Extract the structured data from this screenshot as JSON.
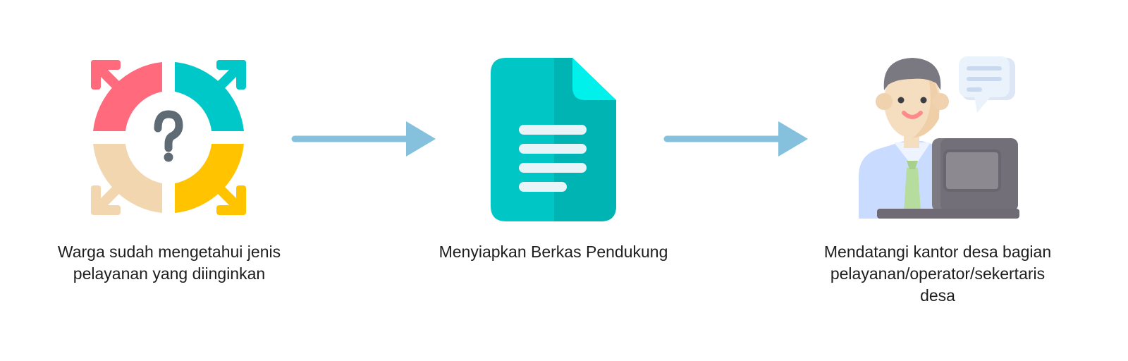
{
  "steps": [
    {
      "icon": "question-arrows-icon",
      "label_line1": "Warga sudah mengetahui jenis",
      "label_line2": "pelayanan yang diinginkan"
    },
    {
      "icon": "document-icon",
      "label_line1": "Menyiapkan Berkas Pendukung"
    },
    {
      "icon": "operator-at-computer-icon",
      "label_line1": "Mendatangi kantor desa bagian",
      "label_line2": "pelayanan/operator/sekertaris",
      "label_line3": "desa"
    }
  ],
  "arrows": [
    "arrow-right-icon",
    "arrow-right-icon"
  ],
  "colors": {
    "arrow": "#85C1DC",
    "pink": "#FF6A7D",
    "teal": "#00C8C8",
    "beige": "#F2D6B0",
    "yellow": "#FFC300",
    "doc": "#00C6C6",
    "doc_dark": "#00B4B4",
    "doc_fold": "#00F0EC"
  }
}
